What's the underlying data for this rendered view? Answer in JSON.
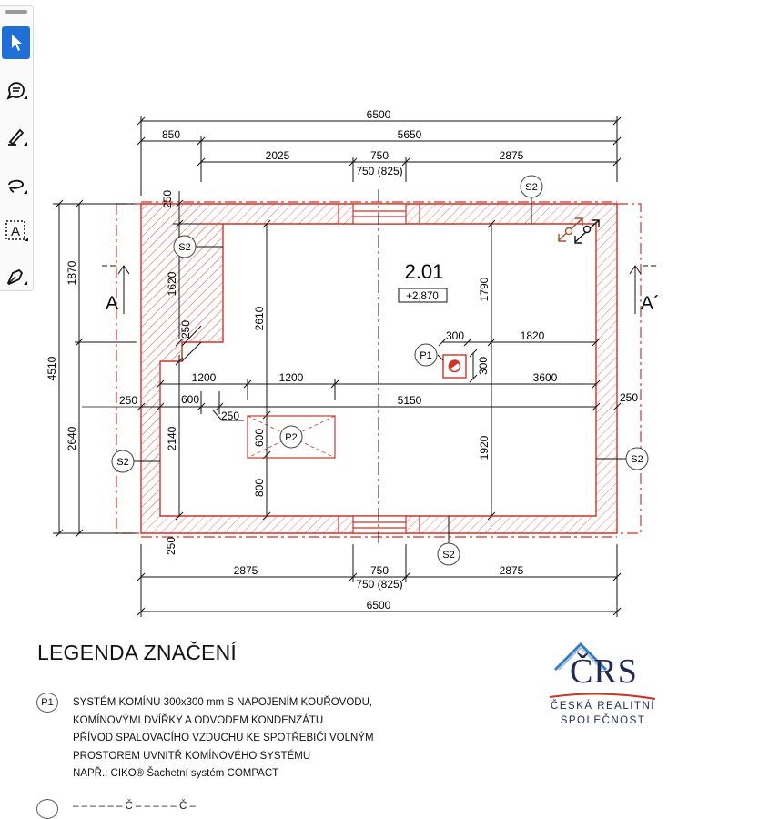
{
  "toolbar": {
    "tools": [
      {
        "name": "select-tool",
        "icon": "cursor-arrow-icon",
        "active": true
      },
      {
        "name": "comment-tool",
        "icon": "speech-bubble-icon",
        "active": false
      },
      {
        "name": "highlight-tool",
        "icon": "highlighter-pen-icon",
        "active": false
      },
      {
        "name": "lasso-tool",
        "icon": "lasso-icon",
        "active": false
      },
      {
        "name": "text-box-tool",
        "icon": "text-box-icon",
        "active": false
      },
      {
        "name": "signature-tool",
        "icon": "pen-nib-icon",
        "active": false
      }
    ],
    "text_tool_glyph": "A",
    "accent": "#1f6fd6"
  },
  "plan": {
    "room_number": "2.01",
    "room_level": "+2,870",
    "section_left": "A",
    "section_right": "A´",
    "dims": {
      "top_total": "6500",
      "top_left": "850",
      "top_right": "5650",
      "top_a": "2025",
      "top_b": "750",
      "top_c": "2875",
      "top_b_alt": "750 (825)",
      "bottom_a": "2875",
      "bottom_b": "750",
      "bottom_c": "2875",
      "bottom_b_alt": "750 (825)",
      "bottom_total": "6500",
      "left_total": "4510",
      "left_upper": "1870",
      "left_lower": "2640",
      "wall_top": "250",
      "wall_bottom": "250",
      "wall_left": "250",
      "wall_right": "250",
      "wall_step": "250",
      "upper_height": "1620",
      "room_height": "2610",
      "lower_height": "2140",
      "mid_1200_a": "1200",
      "mid_1200_b": "1200",
      "mid_600": "600",
      "mid_250": "250",
      "mid_5150": "5150",
      "p1_300_w": "300",
      "p1_300_h": "300",
      "p1_offset": "1820",
      "right_3600": "3600",
      "right_1790": "1790",
      "right_1920": "1920",
      "p2_600": "600",
      "p2_800": "800"
    },
    "tags": {
      "s2": "S2",
      "p1": "P1",
      "p2": "P2"
    },
    "colors": {
      "wall": "#c8352b",
      "line": "#111111"
    }
  },
  "legend": {
    "title": "LEGENDA ZNAČENÍ",
    "p1_tag": "P1",
    "p1_lines": [
      "SYSTÉM KOMÍNU 300x300 mm S NAPOJENÍM KOUŘOVODU,",
      "KOMÍNOVÝMI DVÍŘKY A ODVODEM KONDENZÁTU",
      "PŘÍVOD SPALOVACÍHO VZDUCHU KE SPOTŘEBIČI VOLNÝM",
      "PROSTOREM UVNITŘ KOMÍNOVÉHO SYSTÉMU",
      "NAPŘ.: CIKO® Šachetní systém COMPACT"
    ],
    "next_line": "– – – – – – Č – – – – – Č –"
  },
  "logo": {
    "mark": "ČRS",
    "line1": "ČESKÁ REALITNÍ",
    "line2": "SPOLEČNOST",
    "roof_color": "#3a7dbf",
    "swoosh_color": "#c8352b"
  }
}
